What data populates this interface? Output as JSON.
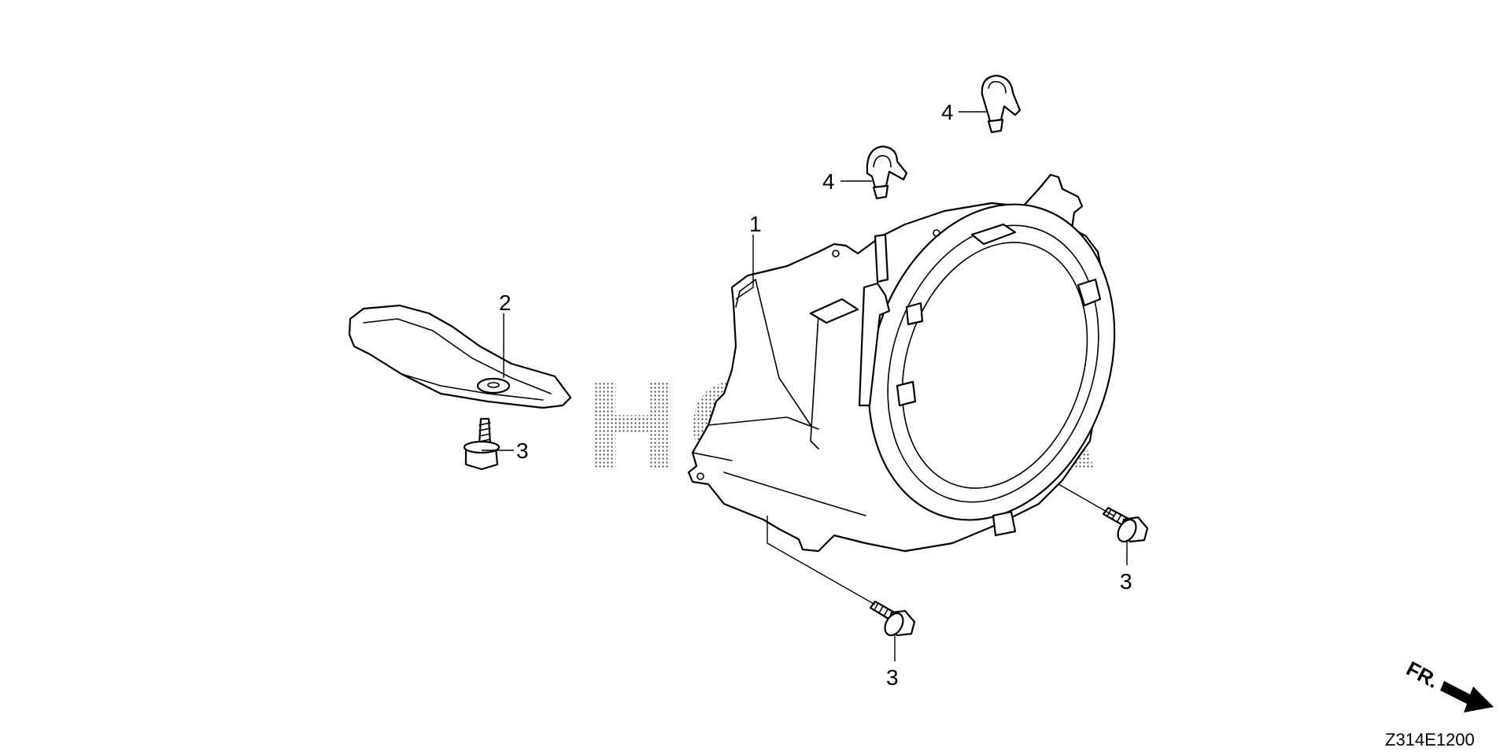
{
  "watermark": {
    "text": "HONDA"
  },
  "callouts": [
    {
      "id": "c1",
      "label": "1"
    },
    {
      "id": "c2",
      "label": "2"
    },
    {
      "id": "c3a",
      "label": "3"
    },
    {
      "id": "c3b",
      "label": "3"
    },
    {
      "id": "c3c",
      "label": "3"
    },
    {
      "id": "c4a",
      "label": "4"
    },
    {
      "id": "c4b",
      "label": "4"
    }
  ],
  "direction_marker": {
    "label": "FR."
  },
  "diagram_code": "Z314E1200"
}
